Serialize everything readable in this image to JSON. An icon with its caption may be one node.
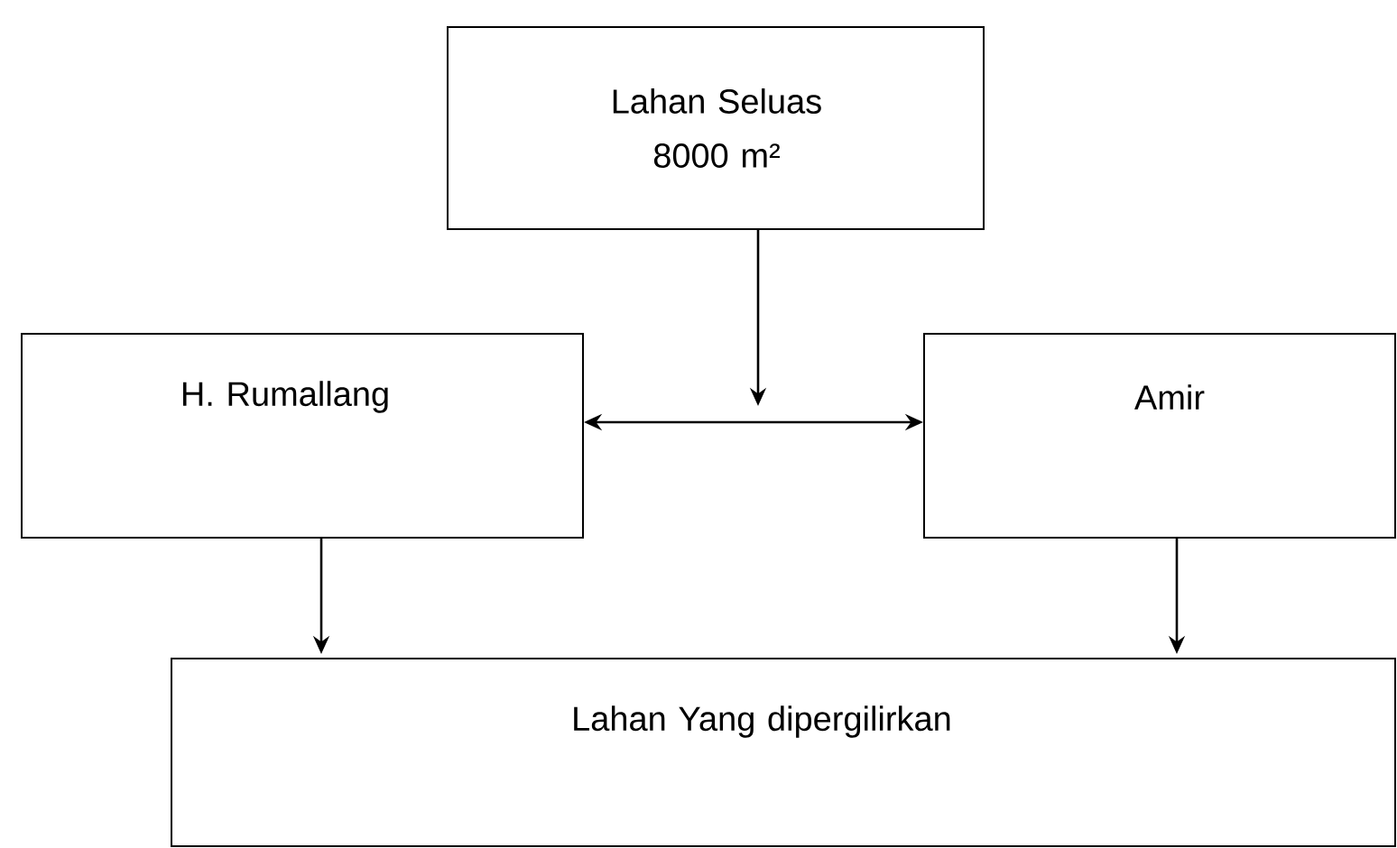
{
  "diagram": {
    "nodes": [
      {
        "text": [
          "Lahan Seluas 8000 m²"
        ]
      },
      {
        "text": [
          "H. Rumallang"
        ]
      },
      {
        "text": [
          "Amir"
        ]
      },
      {
        "text": [
          "Lahan Yang dipergilirkan"
        ]
      }
    ],
    "edges": [
      {
        "from": 0,
        "to": null,
        "arrow": "to"
      },
      {
        "from": 1,
        "to": 2,
        "arrow": "both"
      },
      {
        "from": 1,
        "to": 3,
        "arrow": "to"
      },
      {
        "from": 2,
        "to": 3,
        "arrow": "to"
      }
    ]
  }
}
